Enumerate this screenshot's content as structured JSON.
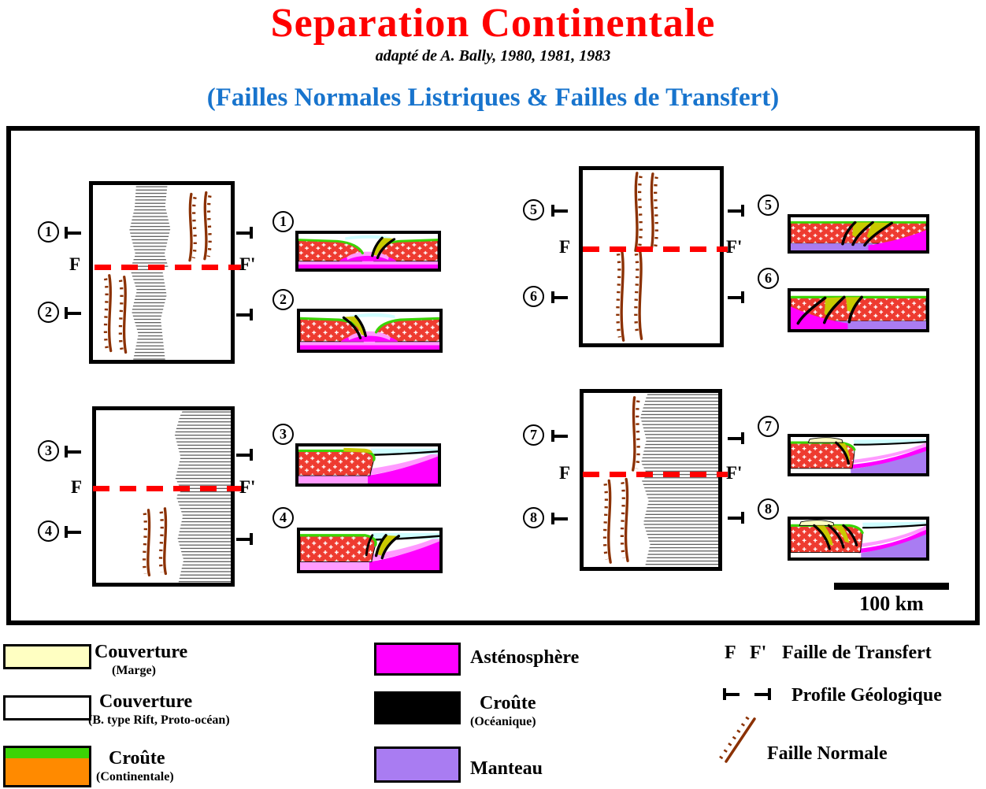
{
  "header": {
    "title": "Separation Continentale",
    "attribution": "adapté de A. Bally, 1980, 1981, 1983",
    "subtitle": "(Failles Normales Listriques & Failles de Transfert)"
  },
  "labels": {
    "f": "F",
    "f_prime": "F'"
  },
  "profiles": {
    "n1": "1",
    "n2": "2",
    "n3": "3",
    "n4": "4",
    "n5": "5",
    "n6": "6",
    "n7": "7",
    "n8": "8"
  },
  "scalebar": {
    "label": "100 km"
  },
  "legend": {
    "items": [
      {
        "title": "Couverture",
        "sub": "(Marge)",
        "color_key": "pale_yellow"
      },
      {
        "title": "Couverture",
        "sub": "(B. type Rift, Proto-océan)",
        "color_key": "white"
      },
      {
        "title": "Croûte",
        "sub": "(Continentale)",
        "color_key": "green_over_orange"
      },
      {
        "title": "Asténosphère",
        "sub": "",
        "color_key": "magenta"
      },
      {
        "title": "Croûte",
        "sub": "(Océanique)",
        "color_key": "black"
      },
      {
        "title": "Manteau",
        "sub": "",
        "color_key": "purple"
      }
    ],
    "symbols": {
      "transfer": "Faille de Transfert",
      "profile": "Profile Géologique",
      "normal": "Faille Normale"
    }
  },
  "palette": {
    "title_red": "#FF0000",
    "subtitle_blue": "#1874CD",
    "transfer_red": "#FF0000",
    "fault_brown": "#8B3103",
    "crust_red": "#EE3B30",
    "green": "#3BD405",
    "olive": "#C9C900",
    "pale_yellow": "#FFFFC2",
    "cyan": "#CEFEFF",
    "magenta": "#FF00FF",
    "pink": "#FF9BFF",
    "purple": "#A97CF2",
    "orange": "#FF8A00"
  }
}
